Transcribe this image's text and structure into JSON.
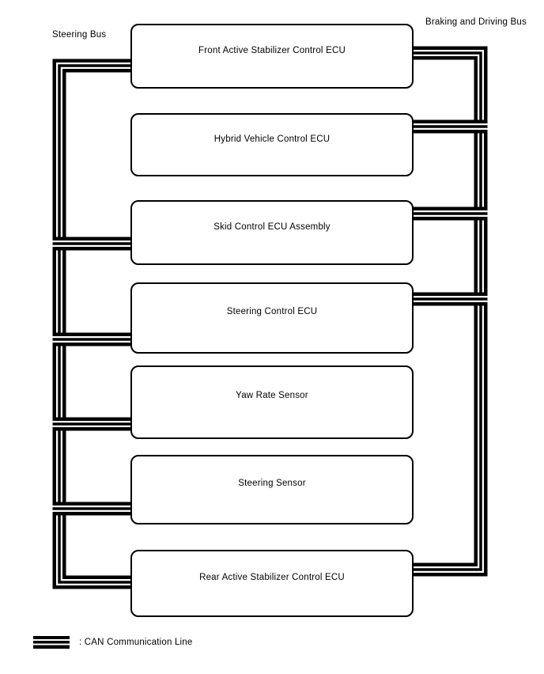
{
  "buses": {
    "steering": {
      "label": "Steering Bus",
      "side": "left"
    },
    "braking_driving": {
      "label": "Braking and Driving Bus",
      "side": "right"
    }
  },
  "nodes": [
    {
      "label": "Front Active Stabilizer Control ECU",
      "connects": [
        "steering",
        "braking_driving"
      ]
    },
    {
      "label": "Hybrid Vehicle Control ECU",
      "connects": [
        "braking_driving"
      ]
    },
    {
      "label": "Skid Control ECU Assembly",
      "connects": [
        "steering",
        "braking_driving"
      ]
    },
    {
      "label": "Steering Control ECU",
      "connects": [
        "steering",
        "braking_driving"
      ]
    },
    {
      "label": "Yaw Rate Sensor",
      "connects": [
        "steering"
      ]
    },
    {
      "label": "Steering Sensor",
      "connects": [
        "steering"
      ]
    },
    {
      "label": "Rear Active Stabilizer Control ECU",
      "connects": [
        "steering",
        "braking_driving"
      ]
    }
  ],
  "legend": {
    "label": ": CAN Communication Line",
    "symbol": "triple-line"
  },
  "colors": {
    "line": "#000000",
    "background": "#ffffff",
    "text": "#000000"
  }
}
